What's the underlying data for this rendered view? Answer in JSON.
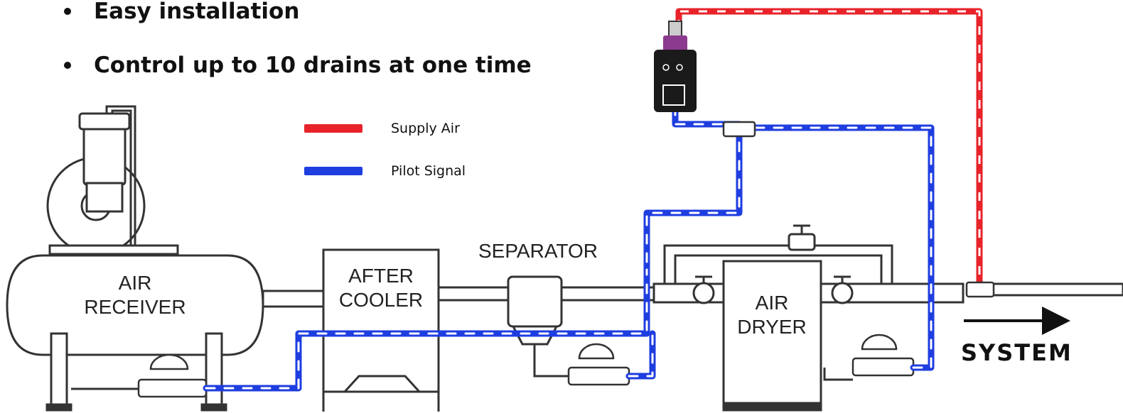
{
  "bullets": [
    {
      "text": "Easy installation"
    },
    {
      "text": "Control up to 10 drains at one time"
    }
  ],
  "legend": [
    {
      "label": "Supply Air",
      "color": "#e8232a"
    },
    {
      "label": "Pilot Signal",
      "color": "#1f3ee0"
    }
  ],
  "labels": {
    "air_receiver": [
      "AIR",
      "RECEIVER"
    ],
    "after_cooler": [
      "AFTER",
      "COOLER"
    ],
    "separator": "SEPARATOR",
    "air_dryer": [
      "AIR",
      "DRYER"
    ],
    "system": "SYSTEM"
  },
  "colors": {
    "supply": "#e8232a",
    "pilot": "#1f3ee0",
    "controller": "#1a1a1a",
    "controller_cap": "#8b3a8f"
  }
}
